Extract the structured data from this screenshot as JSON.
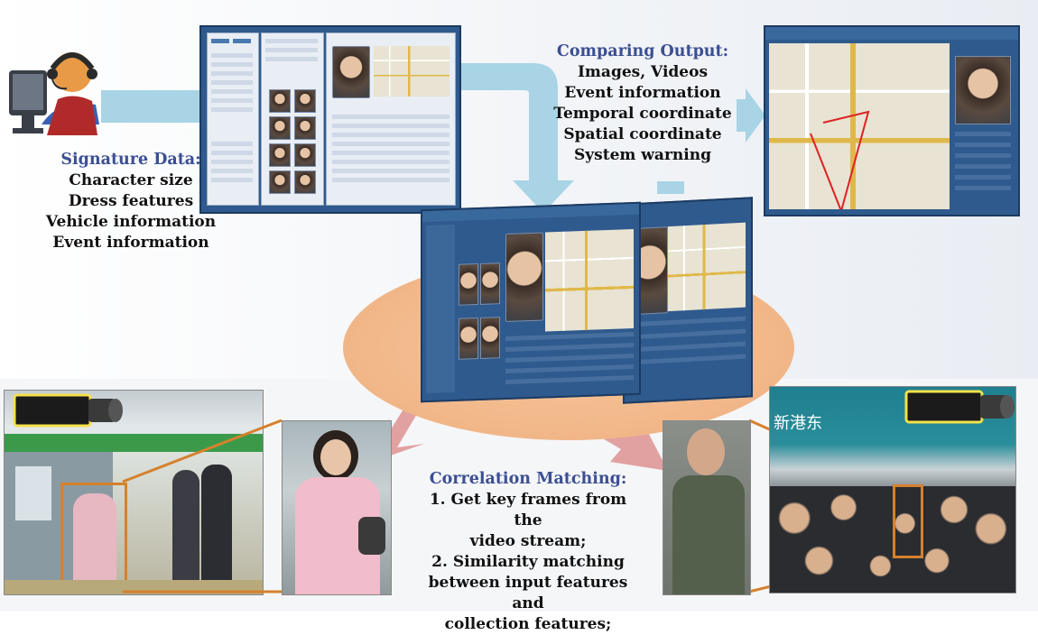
{
  "signature": {
    "title": "Signature Data:",
    "items": [
      "Character size",
      "Dress features",
      "Vehicle information",
      "Event information"
    ]
  },
  "comparing_output": {
    "title": "Comparing Output:",
    "items": [
      "Images, Videos",
      "Event information",
      "Temporal  coordinate",
      "Spatial coordinate",
      "System warning"
    ]
  },
  "correlation": {
    "title": "Correlation Matching:",
    "lines": [
      "1. Get key frames from the",
      "video stream;",
      "2. Similarity matching",
      "between input features and",
      "collection features;"
    ]
  },
  "colors": {
    "title_blue": "#3b4f93",
    "arrow_blue": "#a8d4e6",
    "arrow_pink": "#e2a1a1",
    "ellipse": "#f2b88a",
    "frame_orange": "#d5812e",
    "camera_yellow": "#f2e14a"
  },
  "icons": [
    "operator-headset-icon",
    "camera-icon"
  ],
  "station_sign": "新港东"
}
